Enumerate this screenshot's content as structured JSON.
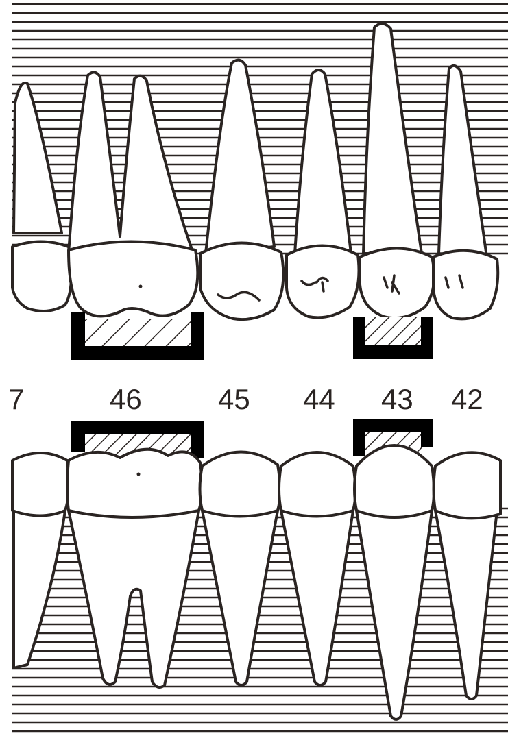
{
  "colors": {
    "ink": "#2a2422",
    "paper": "#ffffff",
    "bracket": "#000000"
  },
  "tooth_numbers": [
    "7",
    "46",
    "45",
    "44",
    "43",
    "42"
  ],
  "brackets": {
    "upper": [
      "46",
      "43"
    ],
    "lower": [
      "46",
      "43"
    ]
  },
  "hatch_fill": "diagonal"
}
